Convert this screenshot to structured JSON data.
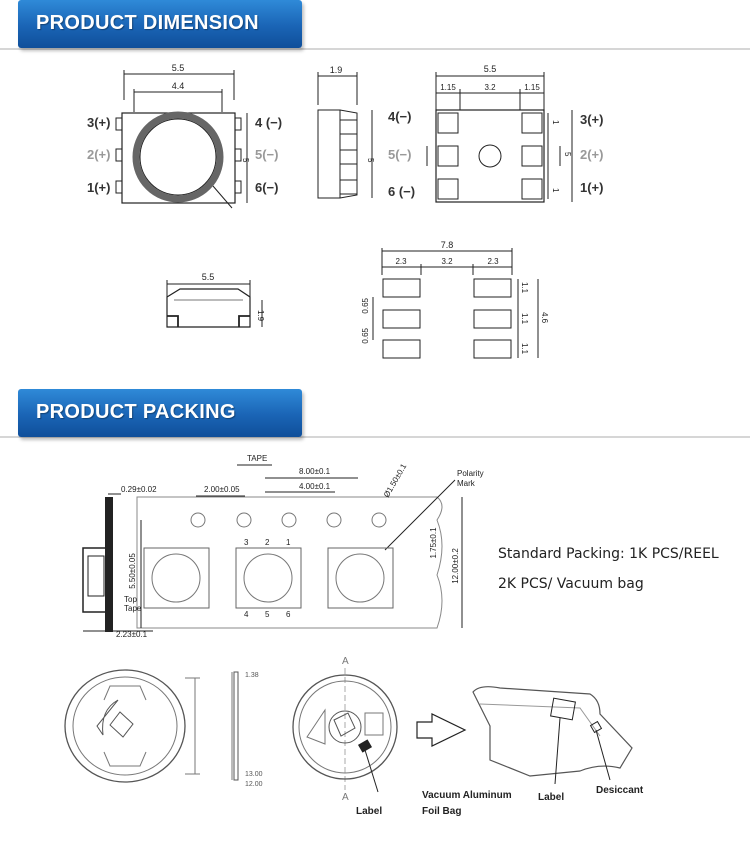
{
  "sections": {
    "dimension_title": "PRODUCT DIMENSION",
    "packing_title": "PRODUCT PACKING"
  },
  "dimension": {
    "front": {
      "width": "5.5",
      "inner": "4.4",
      "height": "5",
      "pins_left": [
        "3(+)",
        "2(+)",
        "1(+)"
      ],
      "pins_right": [
        "4 (−)",
        "5(−)",
        "6(−)"
      ]
    },
    "side": {
      "width": "1.9",
      "height": "5",
      "pins_right": [
        "4(−)",
        "5(−)",
        "6 (−)"
      ]
    },
    "back": {
      "width": "5.5",
      "pad": "1.15",
      "mid": "3.2",
      "pad2": "1.15",
      "pitch": "1",
      "height": "5",
      "pins_right": [
        "3(+)",
        "2(+)",
        "1(+)"
      ]
    },
    "profile": {
      "width": "5.5",
      "height": "1.9"
    },
    "footprint": {
      "total": "7.8",
      "left": "2.3",
      "mid": "3.2",
      "right": "2.3",
      "gap": "0.65",
      "pad": "1.1",
      "height": "4.6"
    }
  },
  "packing": {
    "tape_label": "TAPE",
    "dims": {
      "t029": "0.29±0.02",
      "p200": "2.00±0.05",
      "p800": "8.00±0.1",
      "p400": "4.00±0.1",
      "d150": "Ø1.50±0.1",
      "polarity": "Polarity",
      "mark": "Mark",
      "h550": "5.50±0.05",
      "h175": "1.75±0.1",
      "h1200": "12.00±0.2",
      "w223": "2.23±0.1",
      "top": "Top",
      "tape": "Tape",
      "pins_top": [
        "3",
        "2",
        "1"
      ],
      "pins_bottom": [
        "4",
        "5",
        "6"
      ]
    },
    "standard_packing": "Standard Packing: 1K PCS/REEL",
    "vacuum": "2K PCS/ Vacuum bag",
    "reel": {
      "d1": "13.00",
      "d2": "12.00",
      "t138": "1.38",
      "a": "A",
      "label": "Label",
      "foil1": "Vacuum Aluminum",
      "foil2": "Foil Bag",
      "bag_label": "Label",
      "desiccant": "Desiccant"
    }
  }
}
